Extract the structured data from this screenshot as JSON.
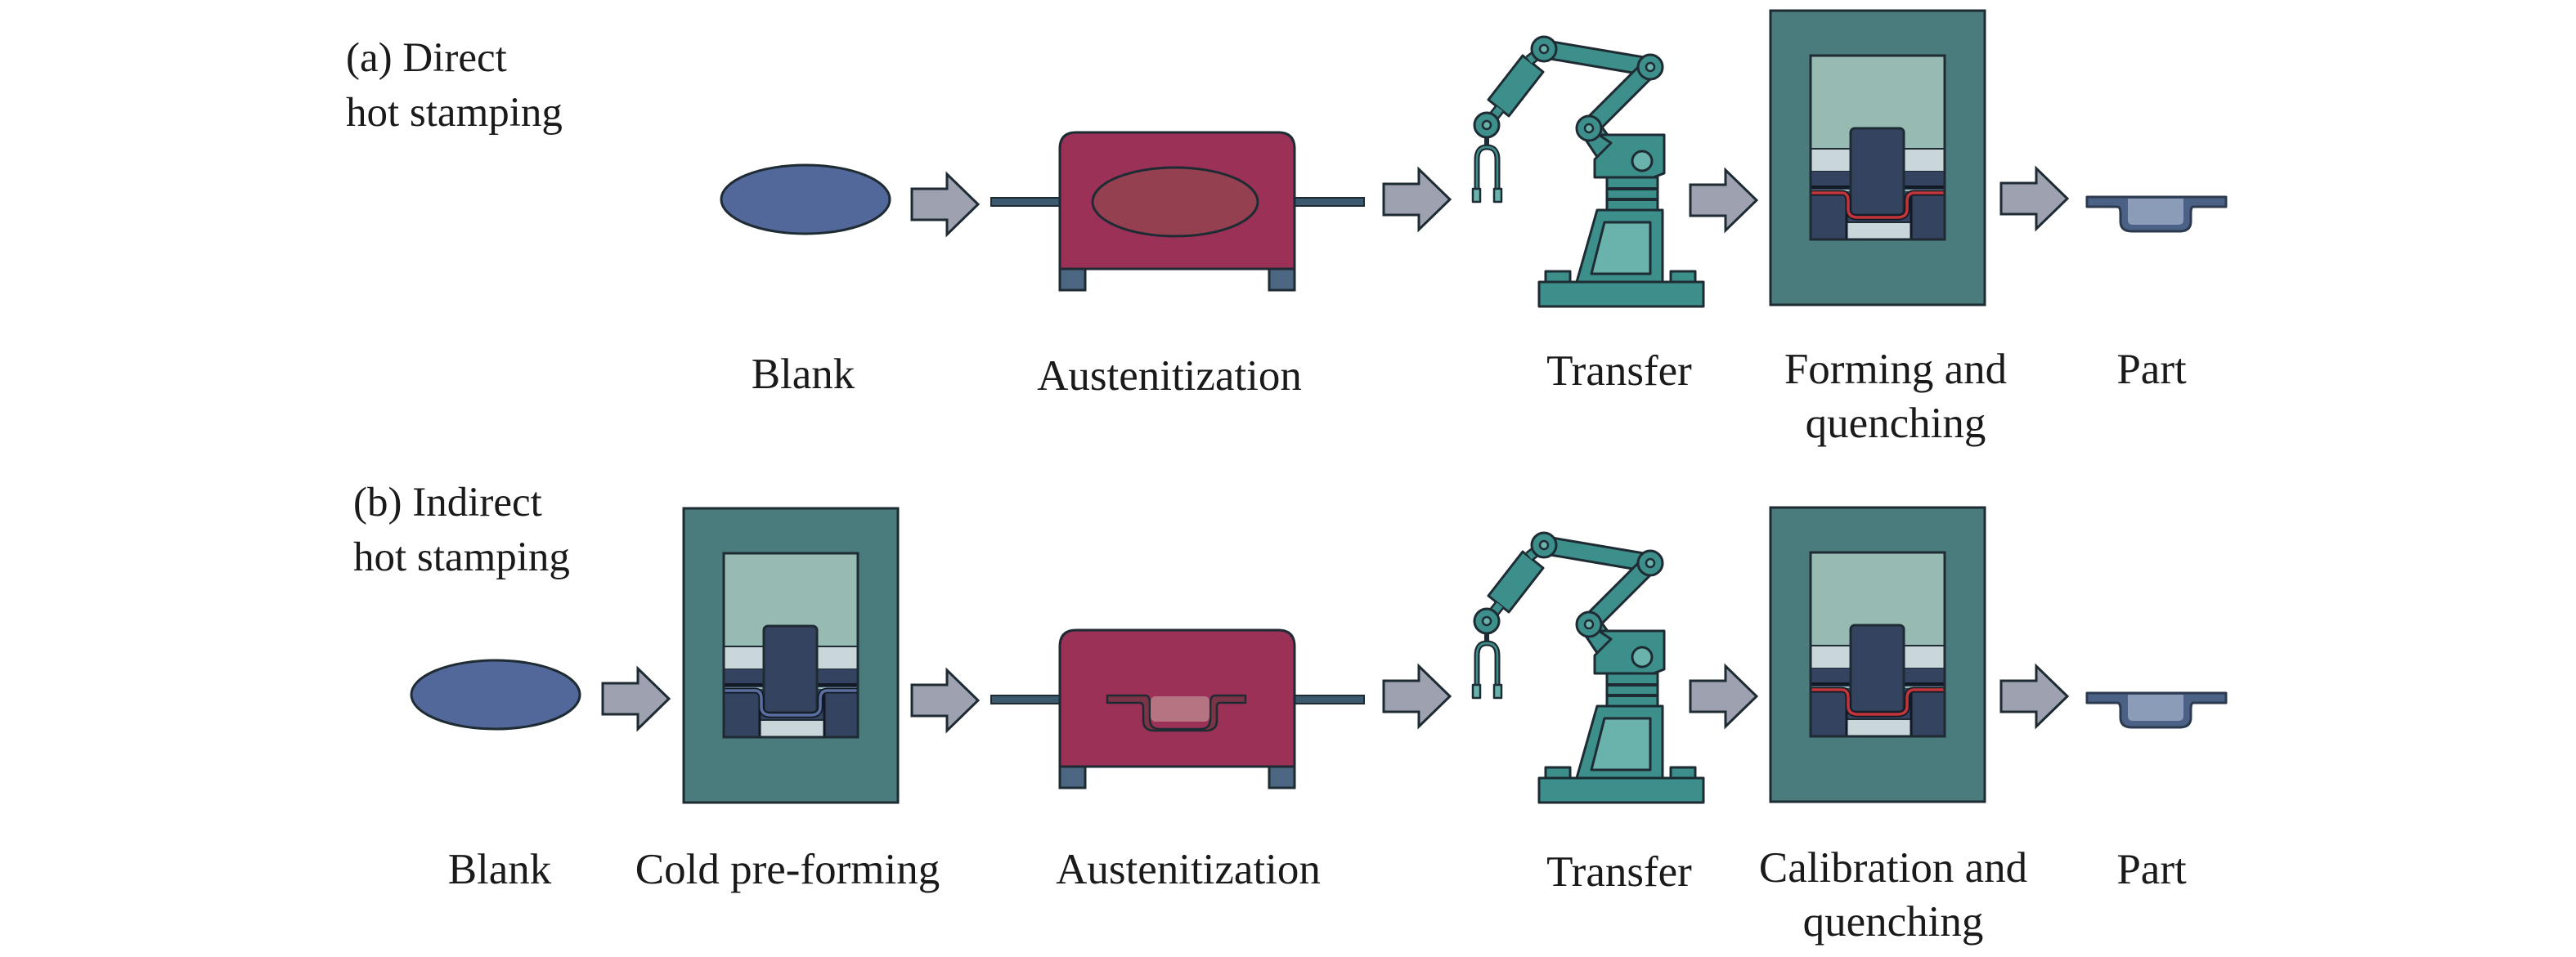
{
  "figure": {
    "rows": [
      {
        "id": "direct",
        "title_line1": "(a) Direct",
        "title_line2": "hot stamping",
        "stages": [
          {
            "kind": "blank",
            "label": [
              "Blank"
            ]
          },
          {
            "kind": "furnace",
            "contents": "flat-blank",
            "label": [
              "Austenitization"
            ]
          },
          {
            "kind": "robot",
            "label": [
              "Transfer"
            ]
          },
          {
            "kind": "press",
            "sheet": "hot",
            "label": [
              "Forming and",
              "quenching"
            ]
          },
          {
            "kind": "part",
            "label": [
              "Part"
            ]
          }
        ]
      },
      {
        "id": "indirect",
        "title_line1": "(b) Indirect",
        "title_line2": "hot stamping",
        "stages": [
          {
            "kind": "blank",
            "label": [
              "Blank"
            ]
          },
          {
            "kind": "press",
            "sheet": "cold",
            "label": [
              "Cold pre-forming"
            ]
          },
          {
            "kind": "furnace",
            "contents": "preformed-part",
            "label": [
              "Austenitization"
            ]
          },
          {
            "kind": "robot",
            "label": [
              "Transfer"
            ]
          },
          {
            "kind": "press",
            "sheet": "hot",
            "label": [
              "Calibration and",
              "quenching"
            ]
          },
          {
            "kind": "part",
            "label": [
              "Part"
            ]
          }
        ]
      }
    ]
  },
  "colors": {
    "outline": "#1e2b33",
    "blank": "#52679a",
    "arrow": "#9ea2b0",
    "furnace": "#9b3157",
    "furnace_blank": "#944050",
    "furnace_part_fill": "#b57481",
    "furnace_part_flange": "#7b3346",
    "furnace_foot": "#4b6781",
    "rod": "#3b5a70",
    "robot": "#3d8f8c",
    "robot_light": "#6ab3ad",
    "press_frame": "#4a7c7d",
    "press_upper": "#97bbb3",
    "press_band": "#c9d6da",
    "press_die": "#34435f",
    "sheet_hot": "#c2353a",
    "sheet_cold": "#5a6fa0",
    "part_outline": "#2b3a4f",
    "part_fill": "#4b6185",
    "part_inner": "#8b9cb8",
    "text": "#1a1a1a"
  }
}
